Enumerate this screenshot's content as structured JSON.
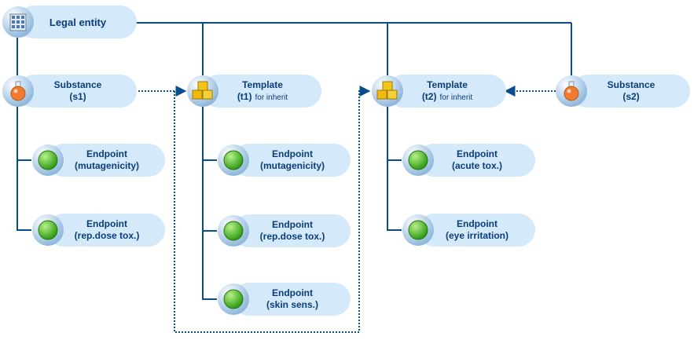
{
  "colors": {
    "pill": "#d4e9fa",
    "text": "#0a3d7a",
    "line": "#0a4d8c"
  },
  "nodes": {
    "legal_entity": {
      "label": "Legal entity",
      "icon": "building-icon"
    },
    "substance_s1": {
      "line1": "Substance",
      "line2": "(s1)",
      "icon": "flask-icon"
    },
    "template_t1": {
      "line1": "Template",
      "line2": "(t1)",
      "note": "for inherit",
      "icon": "boxes-icon"
    },
    "template_t2": {
      "line1": "Template",
      "line2": "(t2)",
      "note": "for inherit",
      "icon": "boxes-icon"
    },
    "substance_s2": {
      "line1": "Substance",
      "line2": "(s2)",
      "icon": "flask-icon"
    },
    "s1_endpoints": [
      {
        "line1": "Endpoint",
        "line2": "(mutagenicity)",
        "icon": "green-ball-icon"
      },
      {
        "line1": "Endpoint",
        "line2": "(rep.dose tox.)",
        "icon": "green-ball-icon"
      }
    ],
    "t1_endpoints": [
      {
        "line1": "Endpoint",
        "line2": "(mutagenicity)",
        "icon": "green-ball-icon"
      },
      {
        "line1": "Endpoint",
        "line2": "(rep.dose tox.)",
        "icon": "green-ball-icon"
      },
      {
        "line1": "Endpoint",
        "line2": "(skin sens.)",
        "icon": "green-ball-icon"
      }
    ],
    "t2_endpoints": [
      {
        "line1": "Endpoint",
        "line2": "(acute tox.)",
        "icon": "green-ball-icon"
      },
      {
        "line1": "Endpoint",
        "line2": "(eye irritation)",
        "icon": "green-ball-icon"
      }
    ]
  }
}
